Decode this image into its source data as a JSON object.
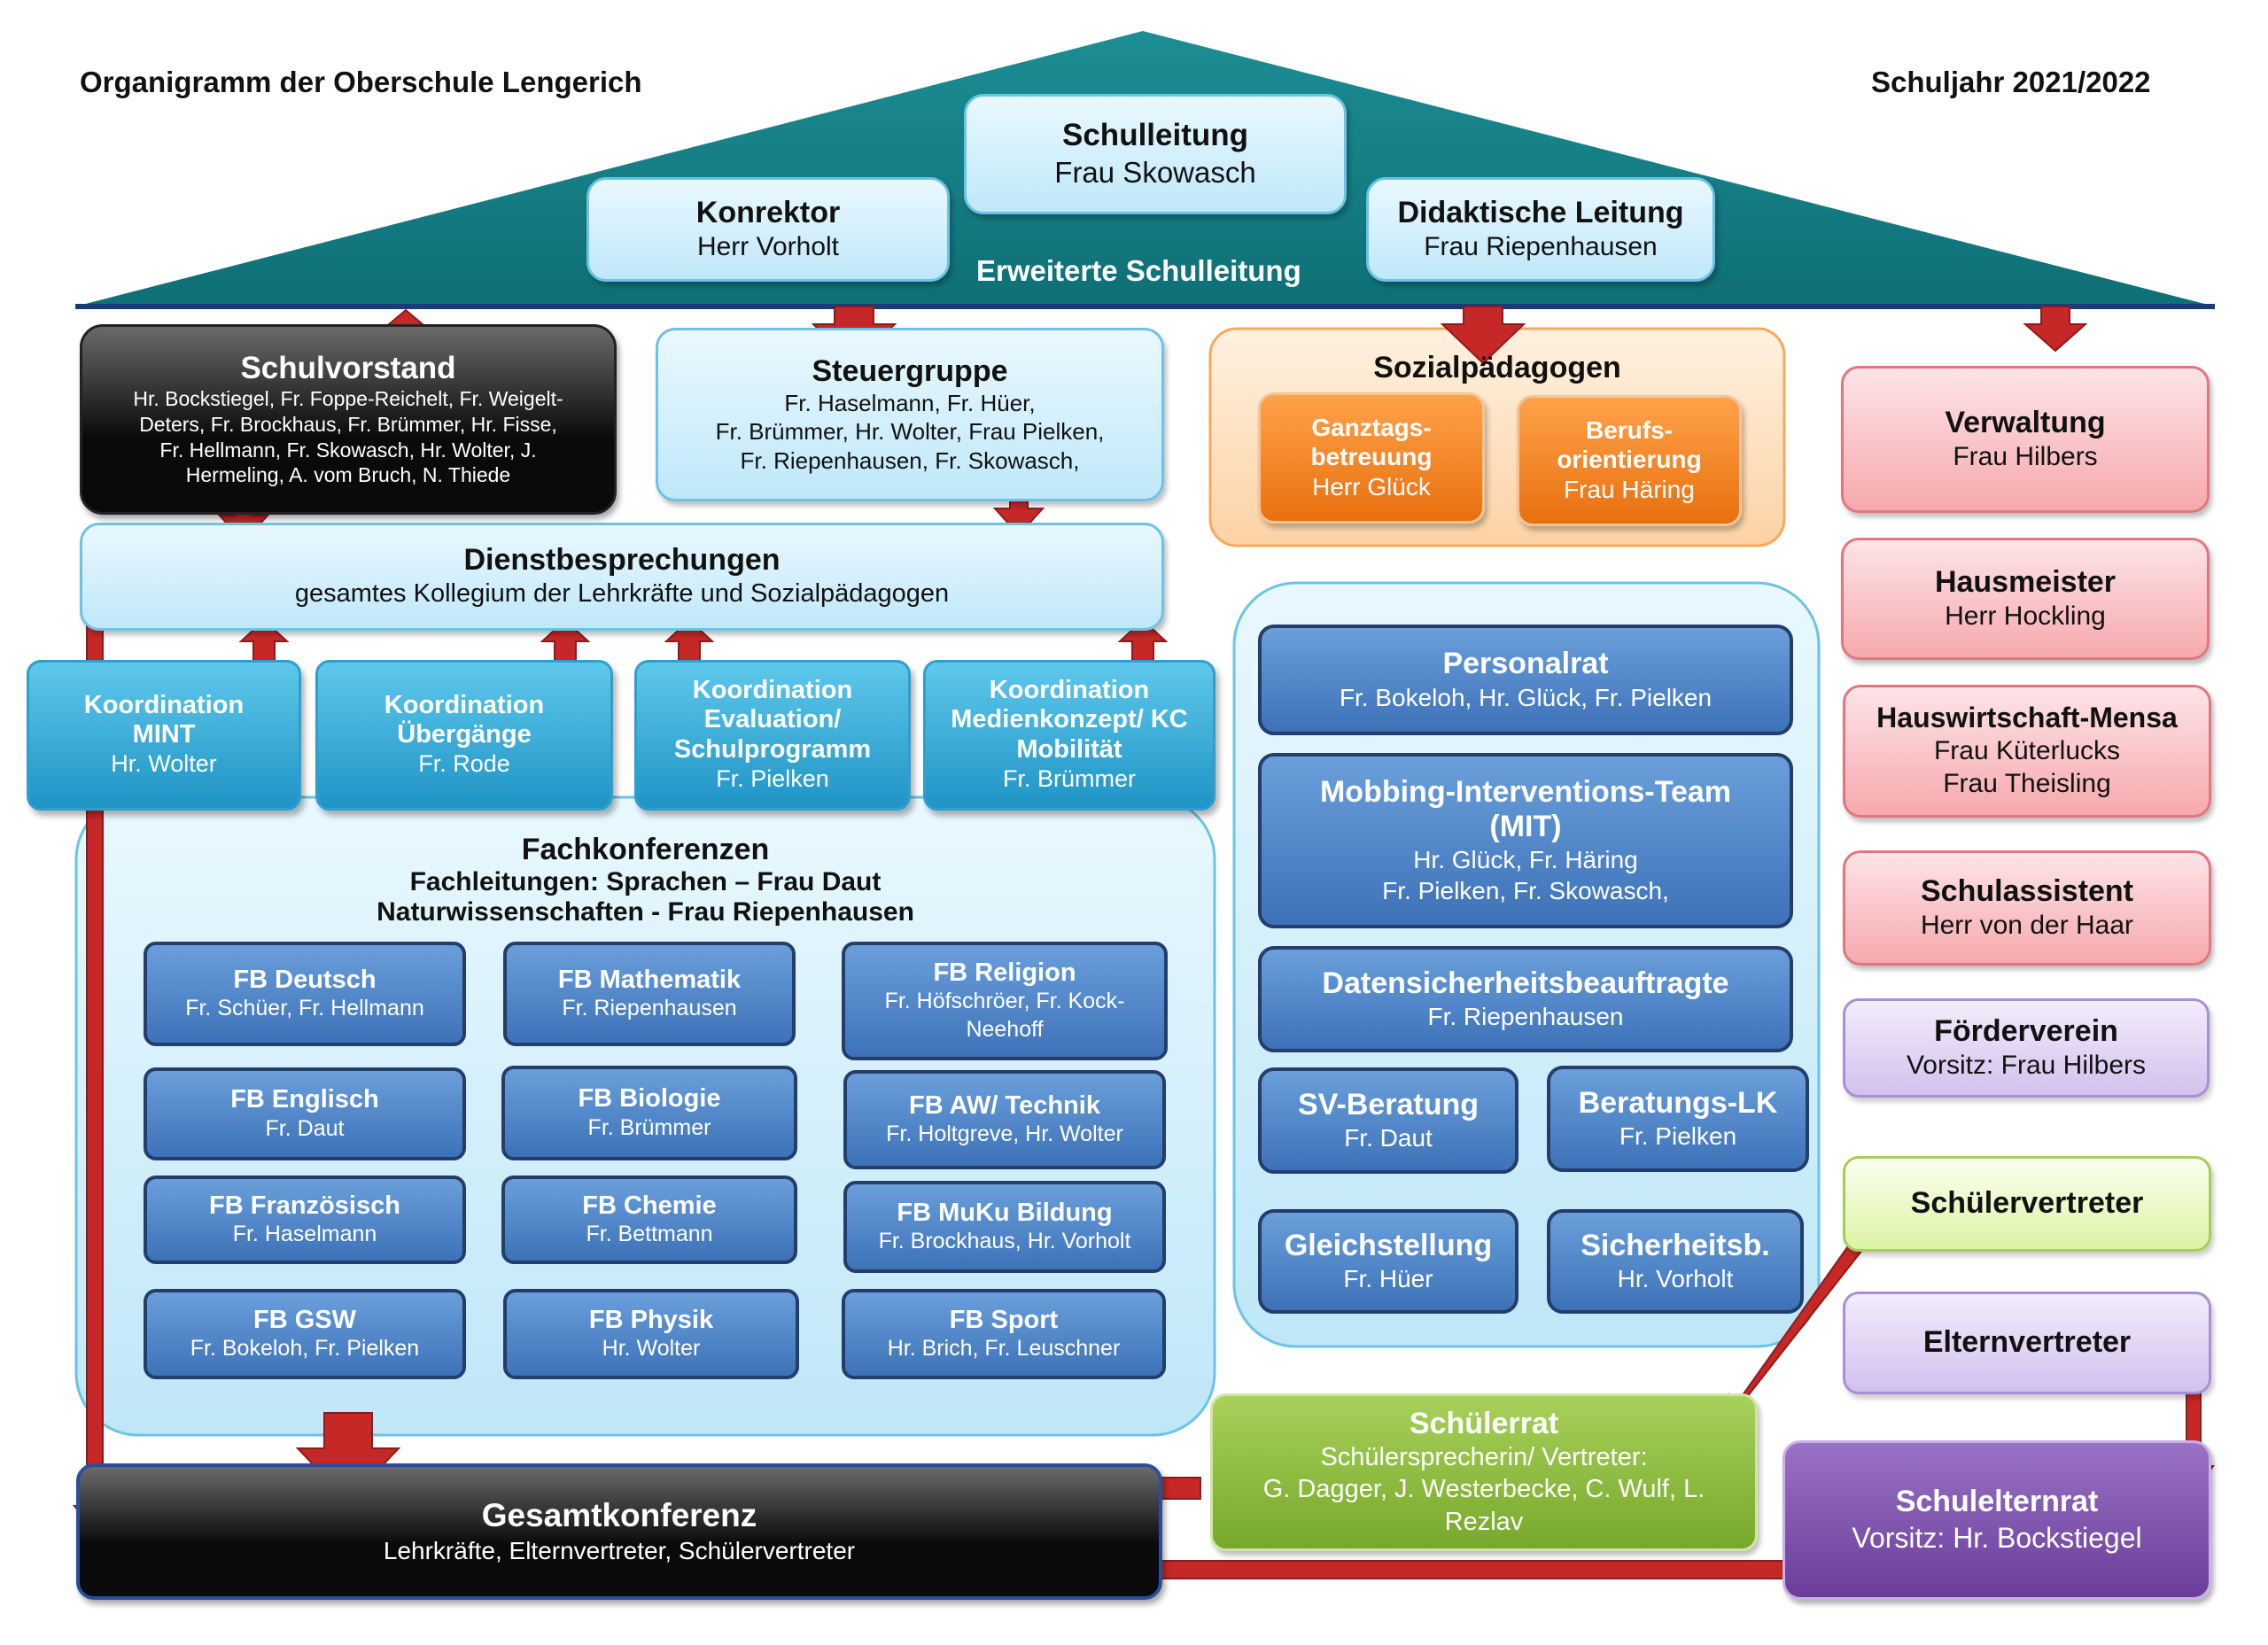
{
  "header": {
    "title": "Organigramm der Oberschule Lengerich",
    "year": "Schuljahr 2021/2022"
  },
  "leadership": {
    "schulleitung": {
      "title": "Schulleitung",
      "name": "Frau Skowasch"
    },
    "konrektor": {
      "title": "Konrektor",
      "name": "Herr Vorholt"
    },
    "didaktik": {
      "title": "Didaktische Leitung",
      "name": "Frau Riepenhausen"
    },
    "erweiterte": "Erweiterte Schulleitung"
  },
  "schulvorstand": {
    "title": "Schulvorstand",
    "line1": "Hr. Bockstiegel, Fr. Foppe-Reichelt, Fr. Weigelt-",
    "line2": "Deters, Fr. Brockhaus, Fr. Brümmer, Hr. Fisse,",
    "line3": "Fr. Hellmann, Fr. Skowasch, Hr. Wolter, J.",
    "line4": "Hermeling, A. vom Bruch, N. Thiede"
  },
  "steuergruppe": {
    "title": "Steuergruppe",
    "line1": "Fr. Haselmann, Fr. Hüer,",
    "line2": "Fr. Brümmer, Hr. Wolter, Frau Pielken,",
    "line3": "Fr. Riepenhausen, Fr. Skowasch,"
  },
  "sozial": {
    "title": "Sozialpädagogen",
    "ganztag": {
      "l1": "Ganztags-",
      "l2": "betreuung",
      "name": "Herr Glück"
    },
    "berufs": {
      "l1": "Berufs-",
      "l2": "orientierung",
      "name": "Frau Häring"
    }
  },
  "dienst": {
    "title": "Dienstbesprechungen",
    "sub": "gesamtes Kollegium der Lehrkräfte und Sozialpädagogen"
  },
  "koordination": [
    {
      "l1": "Koordination",
      "l2": "MINT",
      "l3": "",
      "name": "Hr. Wolter"
    },
    {
      "l1": "Koordination",
      "l2": "Übergänge",
      "l3": "",
      "name": "Fr. Rode"
    },
    {
      "l1": "Koordination",
      "l2": "Evaluation/",
      "l3": "Schulprogramm",
      "name": "Fr. Pielken"
    },
    {
      "l1": "Koordination",
      "l2": "Medienkonzept/ KC",
      "l3": "Mobilität",
      "name": "Fr. Brümmer"
    }
  ],
  "fachkonferenzen": {
    "title": "Fachkonferenzen",
    "sub1": "Fachleitungen: Sprachen – Frau Daut",
    "sub2": "Naturwissenschaften - Frau Riepenhausen"
  },
  "fb": [
    {
      "t": "FB Deutsch",
      "s1": "Fr. Schüer,  Fr. Hellmann",
      "s2": ""
    },
    {
      "t": "FB Mathematik",
      "s1": "Fr. Riepenhausen",
      "s2": ""
    },
    {
      "t": "FB Religion",
      "s1": "Fr. Höfschröer,  Fr. Kock-",
      "s2": "Neehoff"
    },
    {
      "t": "FB Englisch",
      "s1": "Fr. Daut",
      "s2": ""
    },
    {
      "t": "FB Biologie",
      "s1": "Fr. Brümmer",
      "s2": ""
    },
    {
      "t": "FB AW/ Technik",
      "s1": "Fr. Holtgreve, Hr. Wolter",
      "s2": ""
    },
    {
      "t": "FB Französisch",
      "s1": "Fr. Haselmann",
      "s2": ""
    },
    {
      "t": "FB Chemie",
      "s1": "Fr. Bettmann",
      "s2": ""
    },
    {
      "t": "FB MuKu Bildung",
      "s1": "Fr. Brockhaus, Hr. Vorholt",
      "s2": ""
    },
    {
      "t": "FB GSW",
      "s1": "Fr. Bokeloh, Fr. Pielken",
      "s2": ""
    },
    {
      "t": "FB Physik",
      "s1": "Hr. Wolter",
      "s2": ""
    },
    {
      "t": "FB Sport",
      "s1": "Hr. Brich, Fr. Leuschner",
      "s2": ""
    }
  ],
  "personal": {
    "personalrat": {
      "title": "Personalrat",
      "sub": "Fr. Bokeloh, Hr. Glück, Fr. Pielken"
    },
    "mit": {
      "title1": "Mobbing-Interventions-Team",
      "title2": "(MIT)",
      "s1": "Hr. Glück, Fr. Häring",
      "s2": "Fr. Pielken, Fr. Skowasch,"
    },
    "daten": {
      "title": "Datensicherheitsbeauftragte",
      "sub": "Fr. Riepenhausen"
    },
    "sv": {
      "title": "SV-Beratung",
      "sub": "Fr. Daut"
    },
    "beratung": {
      "title": "Beratungs-LK",
      "sub": "Fr. Pielken"
    },
    "gleich": {
      "title": "Gleichstellung",
      "sub": "Fr. Hüer"
    },
    "sicher": {
      "title": "Sicherheitsb.",
      "sub": "Hr. Vorholt"
    }
  },
  "right": {
    "verwaltung": {
      "title": "Verwaltung",
      "sub": "Frau Hilbers"
    },
    "hausmeister": {
      "title": "Hausmeister",
      "sub": "Herr Hockling"
    },
    "mensa": {
      "title": "Hauswirtschaft-Mensa",
      "s1": "Frau Küterlucks",
      "s2": "Frau Theisling"
    },
    "assistent": {
      "title": "Schulassistent",
      "sub": "Herr von der Haar"
    },
    "foerder": {
      "title": "Förderverein",
      "sub": "Vorsitz: Frau Hilbers"
    },
    "schuelervertreter": "Schülervertreter",
    "elternvertreter": "Elternvertreter"
  },
  "schuelerrat": {
    "title": "Schülerrat",
    "s1": "Schülersprecherin/ Vertreter:",
    "s2": "G. Dagger, J. Westerbecke, C. Wulf, L.",
    "s3": "Rezlav"
  },
  "schulelternrat": {
    "title": "Schulelternrat",
    "sub": "Vorsitz: Hr. Bockstiegel"
  },
  "gesamt": {
    "title": "Gesamtkonferenz",
    "sub": "Lehrkräfte, Elternvertreter, Schülervertreter"
  },
  "colors": {
    "roof": "#137f86",
    "arrow": "#c62828"
  }
}
